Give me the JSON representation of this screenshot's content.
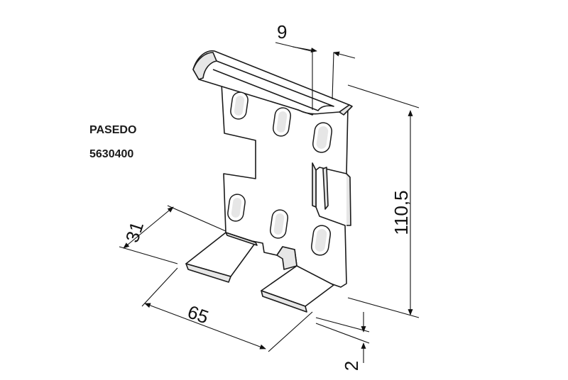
{
  "product": {
    "brand": "PASEDO",
    "code": "5630400"
  },
  "dimensions": {
    "top_lip": "9",
    "height": "110,5",
    "depth": "31",
    "width": "65",
    "thickness": "2"
  },
  "colors": {
    "line": "#1a1a1a",
    "fill": "#ffffff",
    "shade": "#e6e6e6"
  }
}
